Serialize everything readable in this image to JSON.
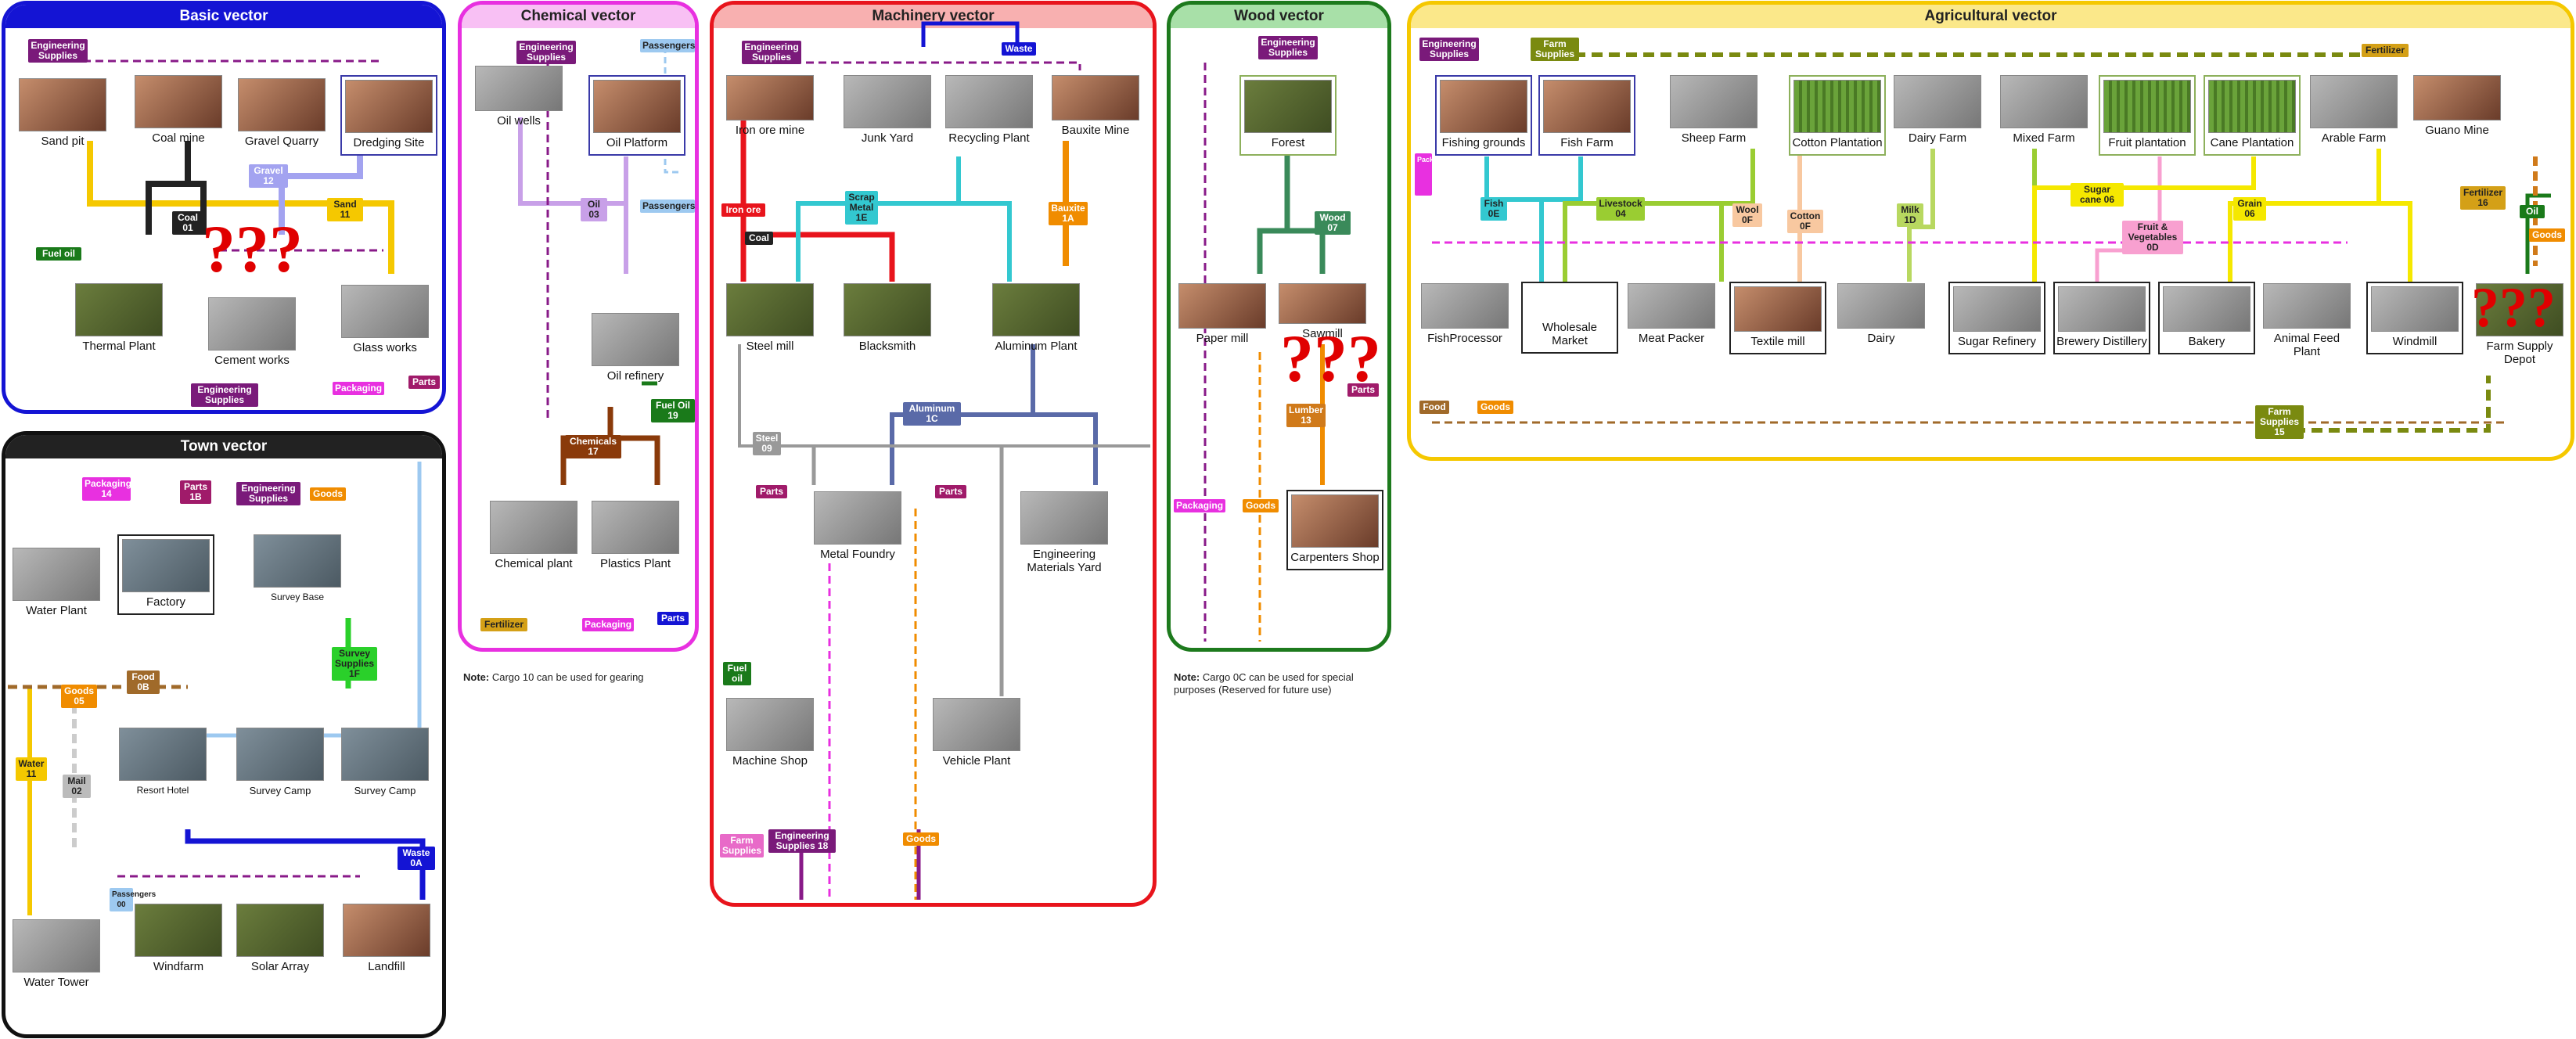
{
  "panels": {
    "basic": {
      "title": "Basic vector",
      "color": "#1414d4"
    },
    "town": {
      "title": "Town vector",
      "color": "#111111"
    },
    "chemical": {
      "title": "Chemical vector",
      "color": "#e830e0"
    },
    "machinery": {
      "title": "Machinery vector",
      "color": "#e8141c"
    },
    "wood": {
      "title": "Wood vector",
      "color": "#1d7a1d"
    },
    "agri": {
      "title": "Agricultural vector",
      "color": "#f5c800"
    }
  },
  "nodes": {
    "sand_pit": "Sand pit",
    "coal_mine": "Coal mine",
    "gravel_quarry": "Gravel Quarry",
    "dredging_site": "Dredging Site",
    "thermal_plant": "Thermal Plant",
    "cement_works": "Cement works",
    "glass_works": "Glass works",
    "water_plant": "Water Plant",
    "factory": "Factory",
    "survey_base": "Survey Base",
    "resort_hotel": "Resort Hotel",
    "survey_camp_1": "Survey Camp",
    "survey_camp_2": "Survey Camp",
    "water_tower": "Water Tower",
    "windfarm": "Windfarm",
    "solar_array": "Solar Array",
    "landfill": "Landfill",
    "oil_wells": "Oil wells",
    "oil_platform": "Oil Platform",
    "oil_refinery": "Oil refinery",
    "chemical_plant": "Chemical plant",
    "plastics_plant": "Plastics Plant",
    "iron_ore_mine": "Iron ore mine",
    "junk_yard": "Junk Yard",
    "recycling_plant": "Recycling Plant",
    "bauxite_mine": "Bauxite Mine",
    "steel_mill": "Steel mill",
    "blacksmith": "Blacksmith",
    "aluminum_plant": "Aluminum Plant",
    "metal_foundry": "Metal Foundry",
    "eng_materials_yard": "Engineering Materials Yard",
    "machine_shop": "Machine Shop",
    "vehicle_plant": "Vehicle Plant",
    "forest": "Forest",
    "paper_mill": "Paper mill",
    "sawmill": "Sawmill",
    "carpenters_shop": "Carpenters Shop",
    "fishing_grounds": "Fishing grounds",
    "fish_farm": "Fish Farm",
    "sheep_farm": "Sheep Farm",
    "cotton_plantation": "Cotton Plantation",
    "dairy_farm": "Dairy Farm",
    "mixed_farm": "Mixed Farm",
    "fruit_plantation": "Fruit plantation",
    "cane_plantation": "Cane Plantation",
    "arable_farm": "Arable Farm",
    "guano_mine": "Guano Mine",
    "fishprocessor": "FishProcessor",
    "wholesale_market": "Wholesale Market",
    "meat_packer": "Meat Packer",
    "textile_mill": "Textile mill",
    "dairy": "Dairy",
    "sugar_refinery": "Sugar Refinery",
    "brewery_distillery": "Brewery Distillery",
    "bakery": "Bakery",
    "animal_feed_plant": "Animal Feed Plant",
    "windmill": "Windmill",
    "farm_supply_depot": "Farm Supply Depot"
  },
  "tags": {
    "eng_supplies": "Engineering Supplies",
    "fuel_oil": "Fuel oil",
    "coal_01": "Coal 01",
    "gravel_12": "Gravel 12",
    "sand_11": "Sand 11",
    "eng_supplies_18": "Engineering Supplies 18",
    "packaging": "Packaging",
    "parts": "Parts",
    "packaging_14": "Packaging 14",
    "parts_1b": "Parts 1B",
    "goods": "Goods",
    "food_0b": "Food 0B",
    "goods_05": "Goods 05",
    "survey_supplies_1f": "Survey Supplies 1F",
    "water_11": "Water 11",
    "mail_02": "Mail 02",
    "passengers_00": "Passengers 00",
    "waste_0a": "Waste 0A",
    "passengers": "Passengers",
    "oil_03": "Oil 03",
    "fuel_oil_19": "Fuel Oil 19",
    "chemicals_17": "Chemicals 17",
    "fertilizer": "Fertilizer",
    "waste": "Waste",
    "iron_ore": "Iron ore",
    "coal": "Coal",
    "scrap_metal_1e": "Scrap Metal 1E",
    "bauxite_1a": "Bauxite 1A",
    "aluminum_1c": "Aluminum 1C",
    "steel_09": "Steel 09",
    "fuel_oil_mach": "Fuel oil",
    "farm_supplies": "Farm Supplies",
    "wood_07": "Wood 07",
    "lumber_13": "Lumber 13",
    "fish_0e": "Fish 0E",
    "livestock_04": "Livestock 04",
    "wool_0f": "Wool 0F",
    "cotton_0f": "Cotton 0F",
    "milk_1d": "Milk 1D",
    "sugar_cane_06": "Sugar cane 06",
    "grain_06": "Grain 06",
    "fruit_veg_0d": "Fruit & Vegetables 0D",
    "fertilizer_16": "Fertilizer 16",
    "oil": "Oil",
    "food": "Food",
    "farm_supplies_15": "Farm Supplies 15"
  },
  "question_marks": "???",
  "notes": {
    "chemical": {
      "label": "Note:",
      "text": "Cargo 10 can be used for gearing"
    },
    "wood": {
      "label": "Note:",
      "text": "Cargo 0C can be used for special purposes (Reserved for future use)"
    }
  }
}
